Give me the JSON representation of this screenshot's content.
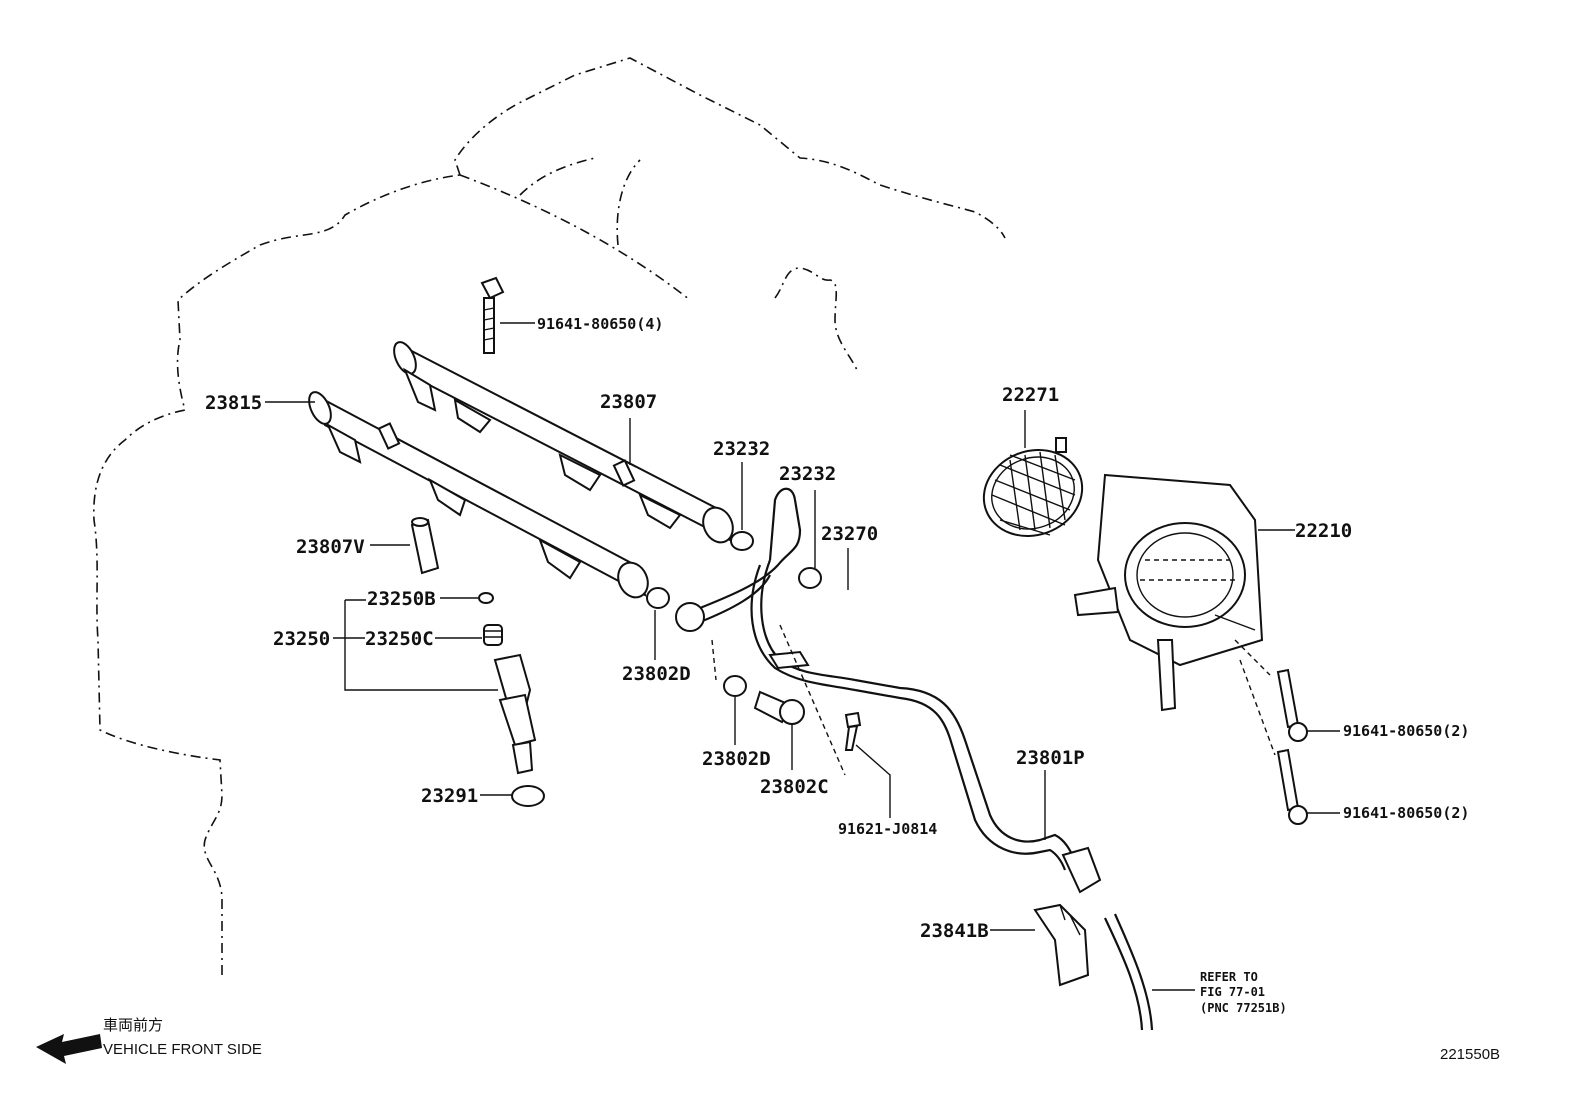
{
  "labels": {
    "p91641_80650_4": "91641-80650(4)",
    "p23815": "23815",
    "p23807": "23807",
    "p22271": "22271",
    "p23232_a": "23232",
    "p23232_b": "23232",
    "p23270": "23270",
    "p22210": "22210",
    "p23807V": "23807V",
    "p23250B": "23250B",
    "p23250": "23250",
    "p23250C": "23250C",
    "p23802D_a": "23802D",
    "p23802D_b": "23802D",
    "p23802C": "23802C",
    "p91641_80650_2a": "91641-80650(2)",
    "p91641_80650_2b": "91641-80650(2)",
    "p23801P": "23801P",
    "p23291": "23291",
    "p91621_J0814": "91621-J0814",
    "p23841B": "23841B"
  },
  "refer": {
    "line1": "REFER TO",
    "line2": "FIG 77-01",
    "line3": "(PNC 77251B)"
  },
  "footer": {
    "direction_jp": "車両前方",
    "direction_en": "VEHICLE FRONT SIDE",
    "figure_code": "221550B"
  }
}
